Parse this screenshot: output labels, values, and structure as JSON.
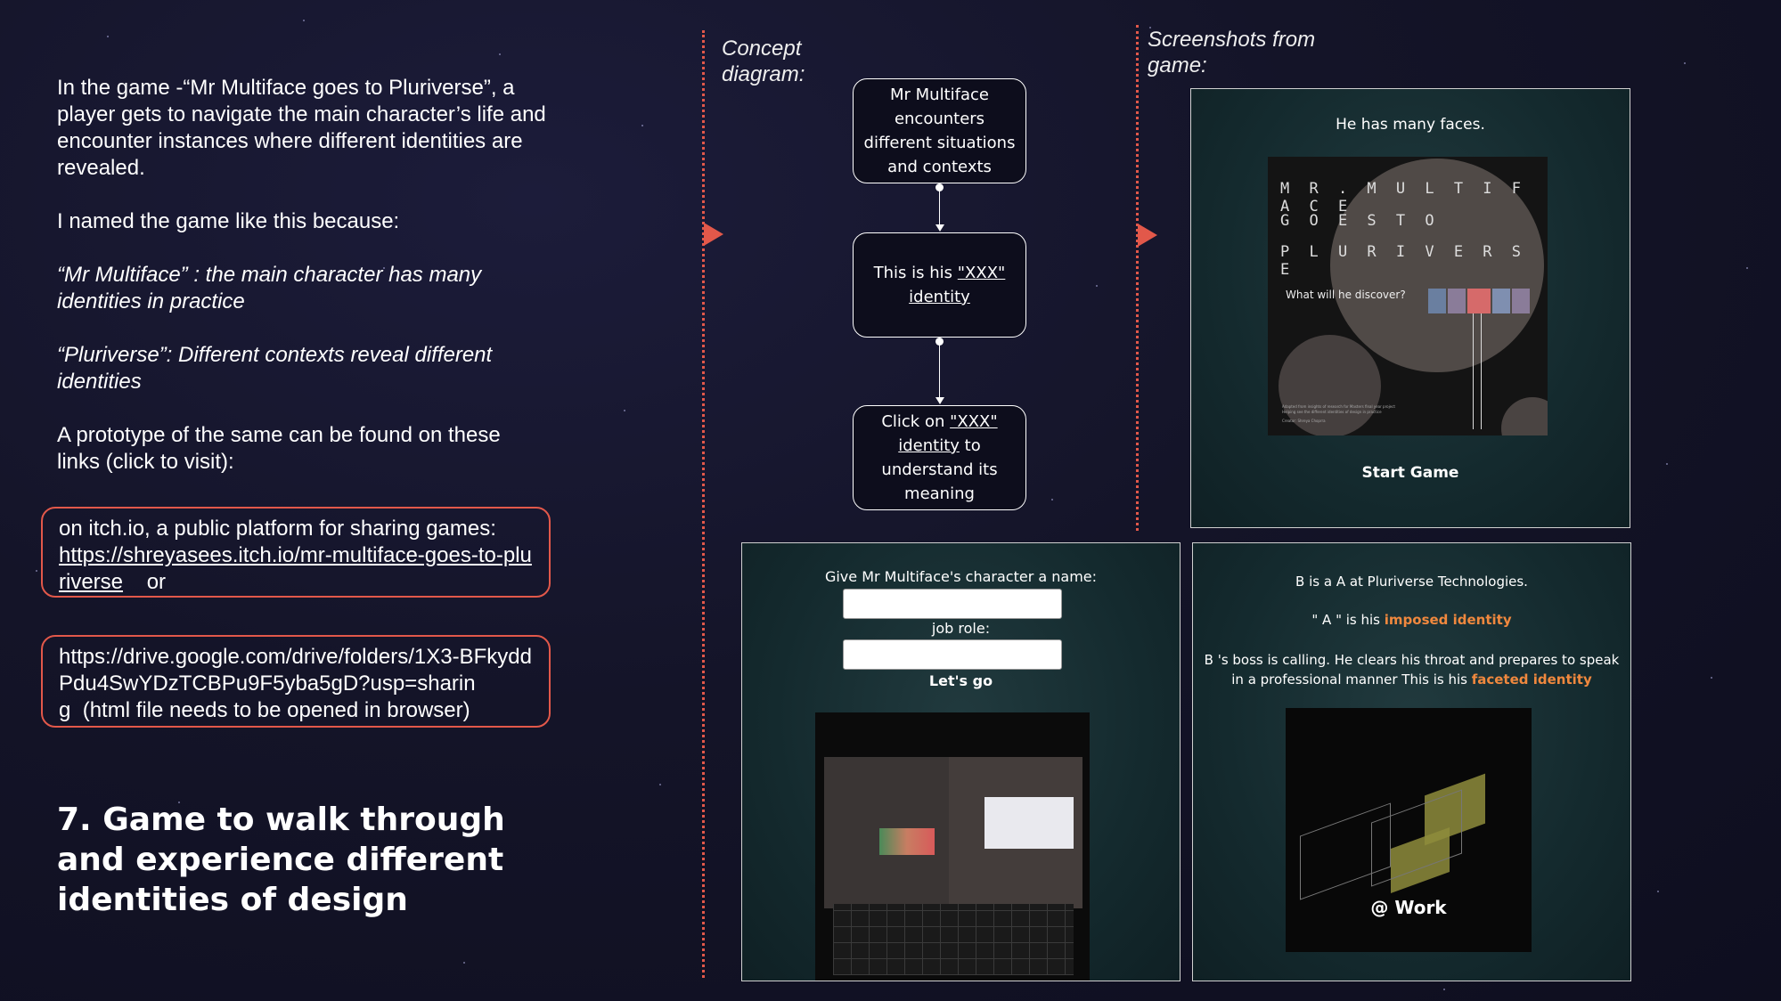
{
  "intro": {
    "paragraph1": "In the game -“Mr Multiface goes to Pluriverse”, a player gets to navigate the main character’s life and encounter instances  where different identities are revealed.",
    "paragraph2": "I named the game like this because:",
    "paragraph3": "“Mr Multiface” : the main character has many identities in practice",
    "paragraph4": "“Pluriverse”: Different contexts reveal different identities",
    "paragraph5": "A prototype of the same can be found on these links (click to visit):"
  },
  "links": {
    "itch_prefix": "on itch.io, a public platform for sharing games:",
    "itch_url": "https://shreyasees.itch.io/mr-multiface-goes-to-pluriverse",
    "itch_or": "or",
    "drive_url": "https://drive.google.com/drive/folders/1X3-BFkyddPdu4SwYDzTCBPu9F5yba5gD?usp=sharing",
    "drive_note": "(html file needs to be opened in browser)"
  },
  "heading": "7. Game to walk through and experience different identities of design",
  "concept": {
    "label": "Concept diagram:",
    "node1": "Mr Multiface encounters different situations and contexts",
    "node2_prefix": "This is his ",
    "node2_link": "\"XXX\" identity",
    "node3_prefix": "Click on ",
    "node3_link": "\"XXX\" identity",
    "node3_suffix": " to understand its meaning"
  },
  "screenshots": {
    "label": "Screenshots  from game:",
    "shot1": {
      "caption": "He has many faces.",
      "poster_line1": "M R . M U L T I F A C E",
      "poster_line2": "G O E S  T O",
      "poster_line3": "P L U R I V E R S E",
      "poster_question": "What will he discover?",
      "poster_credit1": "Adapted from insights of research for Masters final year project",
      "poster_credit2": "Helping see the different identities of design in practice",
      "poster_creator": "Creator: Shreya Choprra",
      "start": "Start Game"
    },
    "shot2": {
      "name_label": "Give Mr Multiface's character a name:",
      "role_label": "job role:",
      "button": "Let's go"
    },
    "shot3": {
      "line1": "B is a A at Pluriverse Technologies.",
      "line2_prefix": "\" A \" is his ",
      "line2_highlight": "imposed identity",
      "line3": "B 's boss is calling. He clears his throat and prepares to speak in a professional manner This is his ",
      "line3_highlight": "faceted identity",
      "image_label": "@ Work"
    }
  },
  "colors": {
    "accent": "#e2584a",
    "orange": "#f0883e",
    "panel": "#17303a"
  }
}
